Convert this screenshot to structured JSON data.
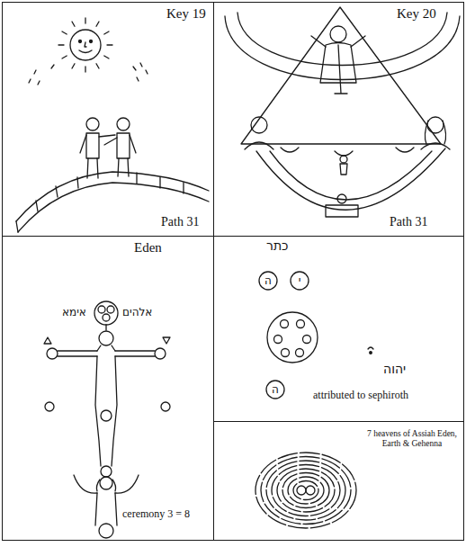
{
  "diagram": {
    "nodes": [
      {
        "text": [
          "Key 19",
          "Path 31"
        ]
      },
      {
        "text": [
          "Key 20",
          "Path 31"
        ]
      },
      {
        "text": [
          "Eden",
          "אימא",
          "אלהים",
          "ceremony 3 = 8"
        ]
      },
      {
        "text": [
          "כתר",
          "יהוה",
          "attributed to sephiroth"
        ]
      },
      {
        "text": [
          "7 heavens of Assiah Eden, Earth & Gehenna"
        ]
      },
      {
        "text": [
          "ה"
        ],
        "in": 3
      },
      {
        "text": [
          "י"
        ],
        "in": 3
      },
      {
        "text": [
          "ה"
        ],
        "in": 3
      }
    ]
  }
}
